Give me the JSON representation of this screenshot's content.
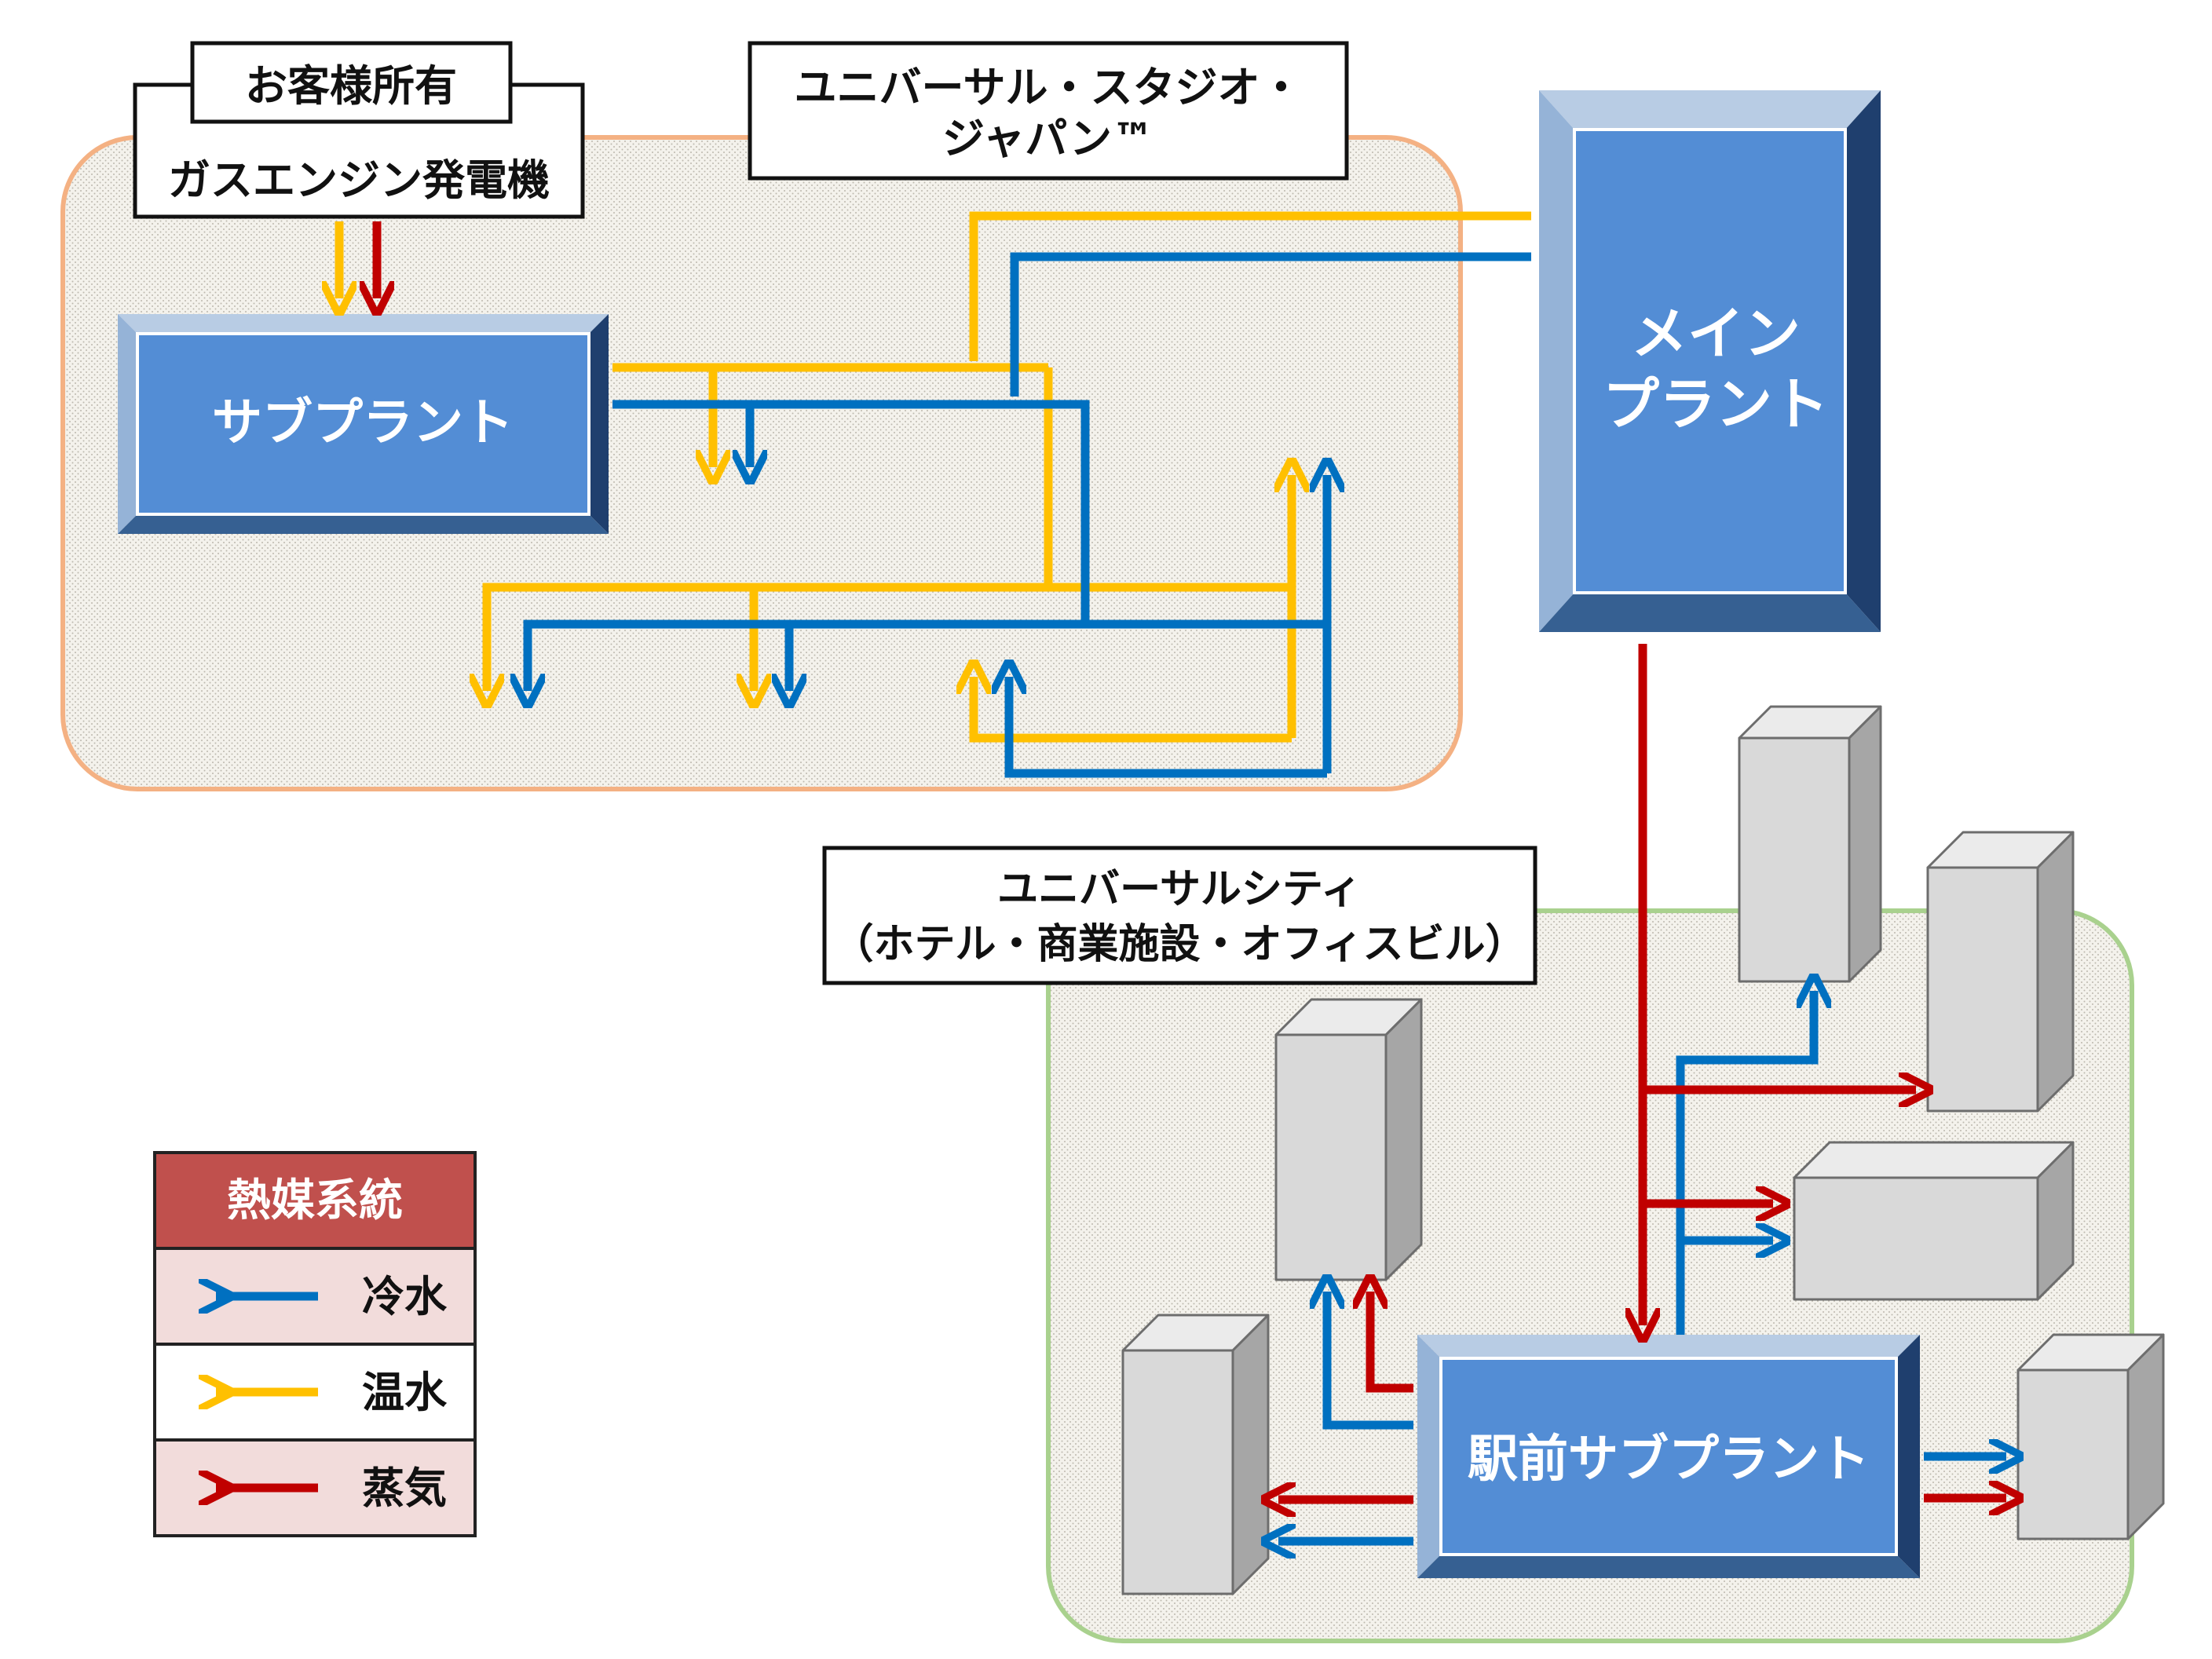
{
  "areas": {
    "usj": {
      "label_line1": "ユニバーサル・スタジオ・",
      "label_line2": "ジャパン™"
    },
    "city": {
      "label_line1": "ユニバーサルシティ",
      "label_line2": "（ホテル・商業施設・オフィスビル）"
    },
    "customer": {
      "owned_label": "お客様所有",
      "generator_label": "ガスエンジン発電機"
    }
  },
  "plants": {
    "main": {
      "line1": "メイン",
      "line2": "プラント"
    },
    "sub": {
      "label": "サブプラント"
    },
    "station": {
      "label": "駅前サブプラント"
    }
  },
  "legend": {
    "title": "熱媒系統",
    "items": [
      {
        "label": "冷水",
        "color": "#0070C0"
      },
      {
        "label": "温水",
        "color": "#FFC000"
      },
      {
        "label": "蒸気",
        "color": "#C00000"
      }
    ]
  },
  "colors": {
    "cold_water": "#0070C0",
    "hot_water": "#FFC000",
    "steam": "#C00000",
    "plant_blue": "#538DD5",
    "usj_area": "#F4B183",
    "city_area": "#A9D18E",
    "legend_header": "#C0504D"
  }
}
